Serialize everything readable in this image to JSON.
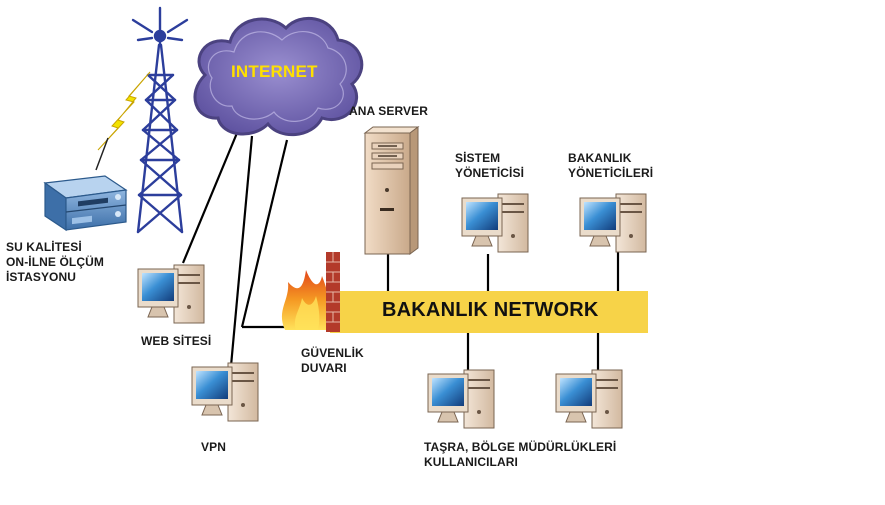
{
  "internet_label": "INTERNET",
  "network_label": "BAKANLIK NETWORK",
  "labels": {
    "station": "SU KALİTESİ\nON-İLNE ÖLÇÜM\nİSTASYONU",
    "web_site": "WEB SİTESİ",
    "vpn": "VPN",
    "firewall": "GÜVENLİK\nDUVARI",
    "main_server": "ANA SERVER",
    "system_admin": "SİSTEM\nYÖNETİCİSİ",
    "ministry_admins": "BAKANLIK\nYÖNETİCİLERİ",
    "regional_users": "TAŞRA, BÖLGE MÜDÜRLÜKLERİ\nKULLANICILARI"
  },
  "icons": {
    "tower": "radio-tower-icon",
    "cloud": "internet-cloud-icon",
    "station": "measurement-device-icon",
    "computer": "desktop-computer-icon",
    "server": "server-tower-icon",
    "firewall": "firewall-icon"
  },
  "colors": {
    "network_bar": "#f7d348",
    "cloud_fill": "#7d72b8",
    "cloud_text": "#ffe000",
    "tower": "#2c3e9c",
    "lightning": "#f2e200",
    "brick": "#b33a2a",
    "flame": "#f08a1c",
    "screen": "#3a8fd4",
    "case": "#e8d6c3"
  }
}
